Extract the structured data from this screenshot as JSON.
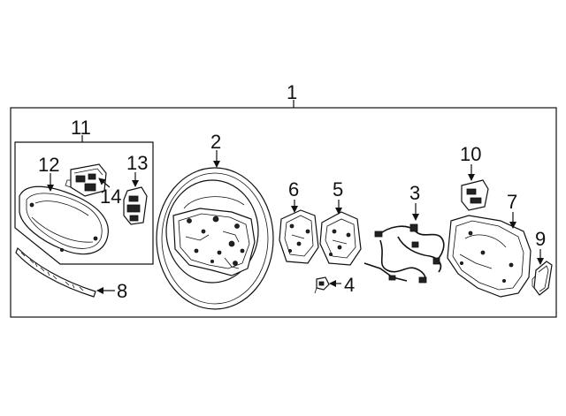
{
  "diagram": {
    "callouts": {
      "n1": "1",
      "n2": "2",
      "n3": "3",
      "n4": "4",
      "n5": "5",
      "n6": "6",
      "n7": "7",
      "n8": "8",
      "n9": "9",
      "n10": "10",
      "n11": "11",
      "n12": "12",
      "n13": "13",
      "n14": "14"
    }
  }
}
